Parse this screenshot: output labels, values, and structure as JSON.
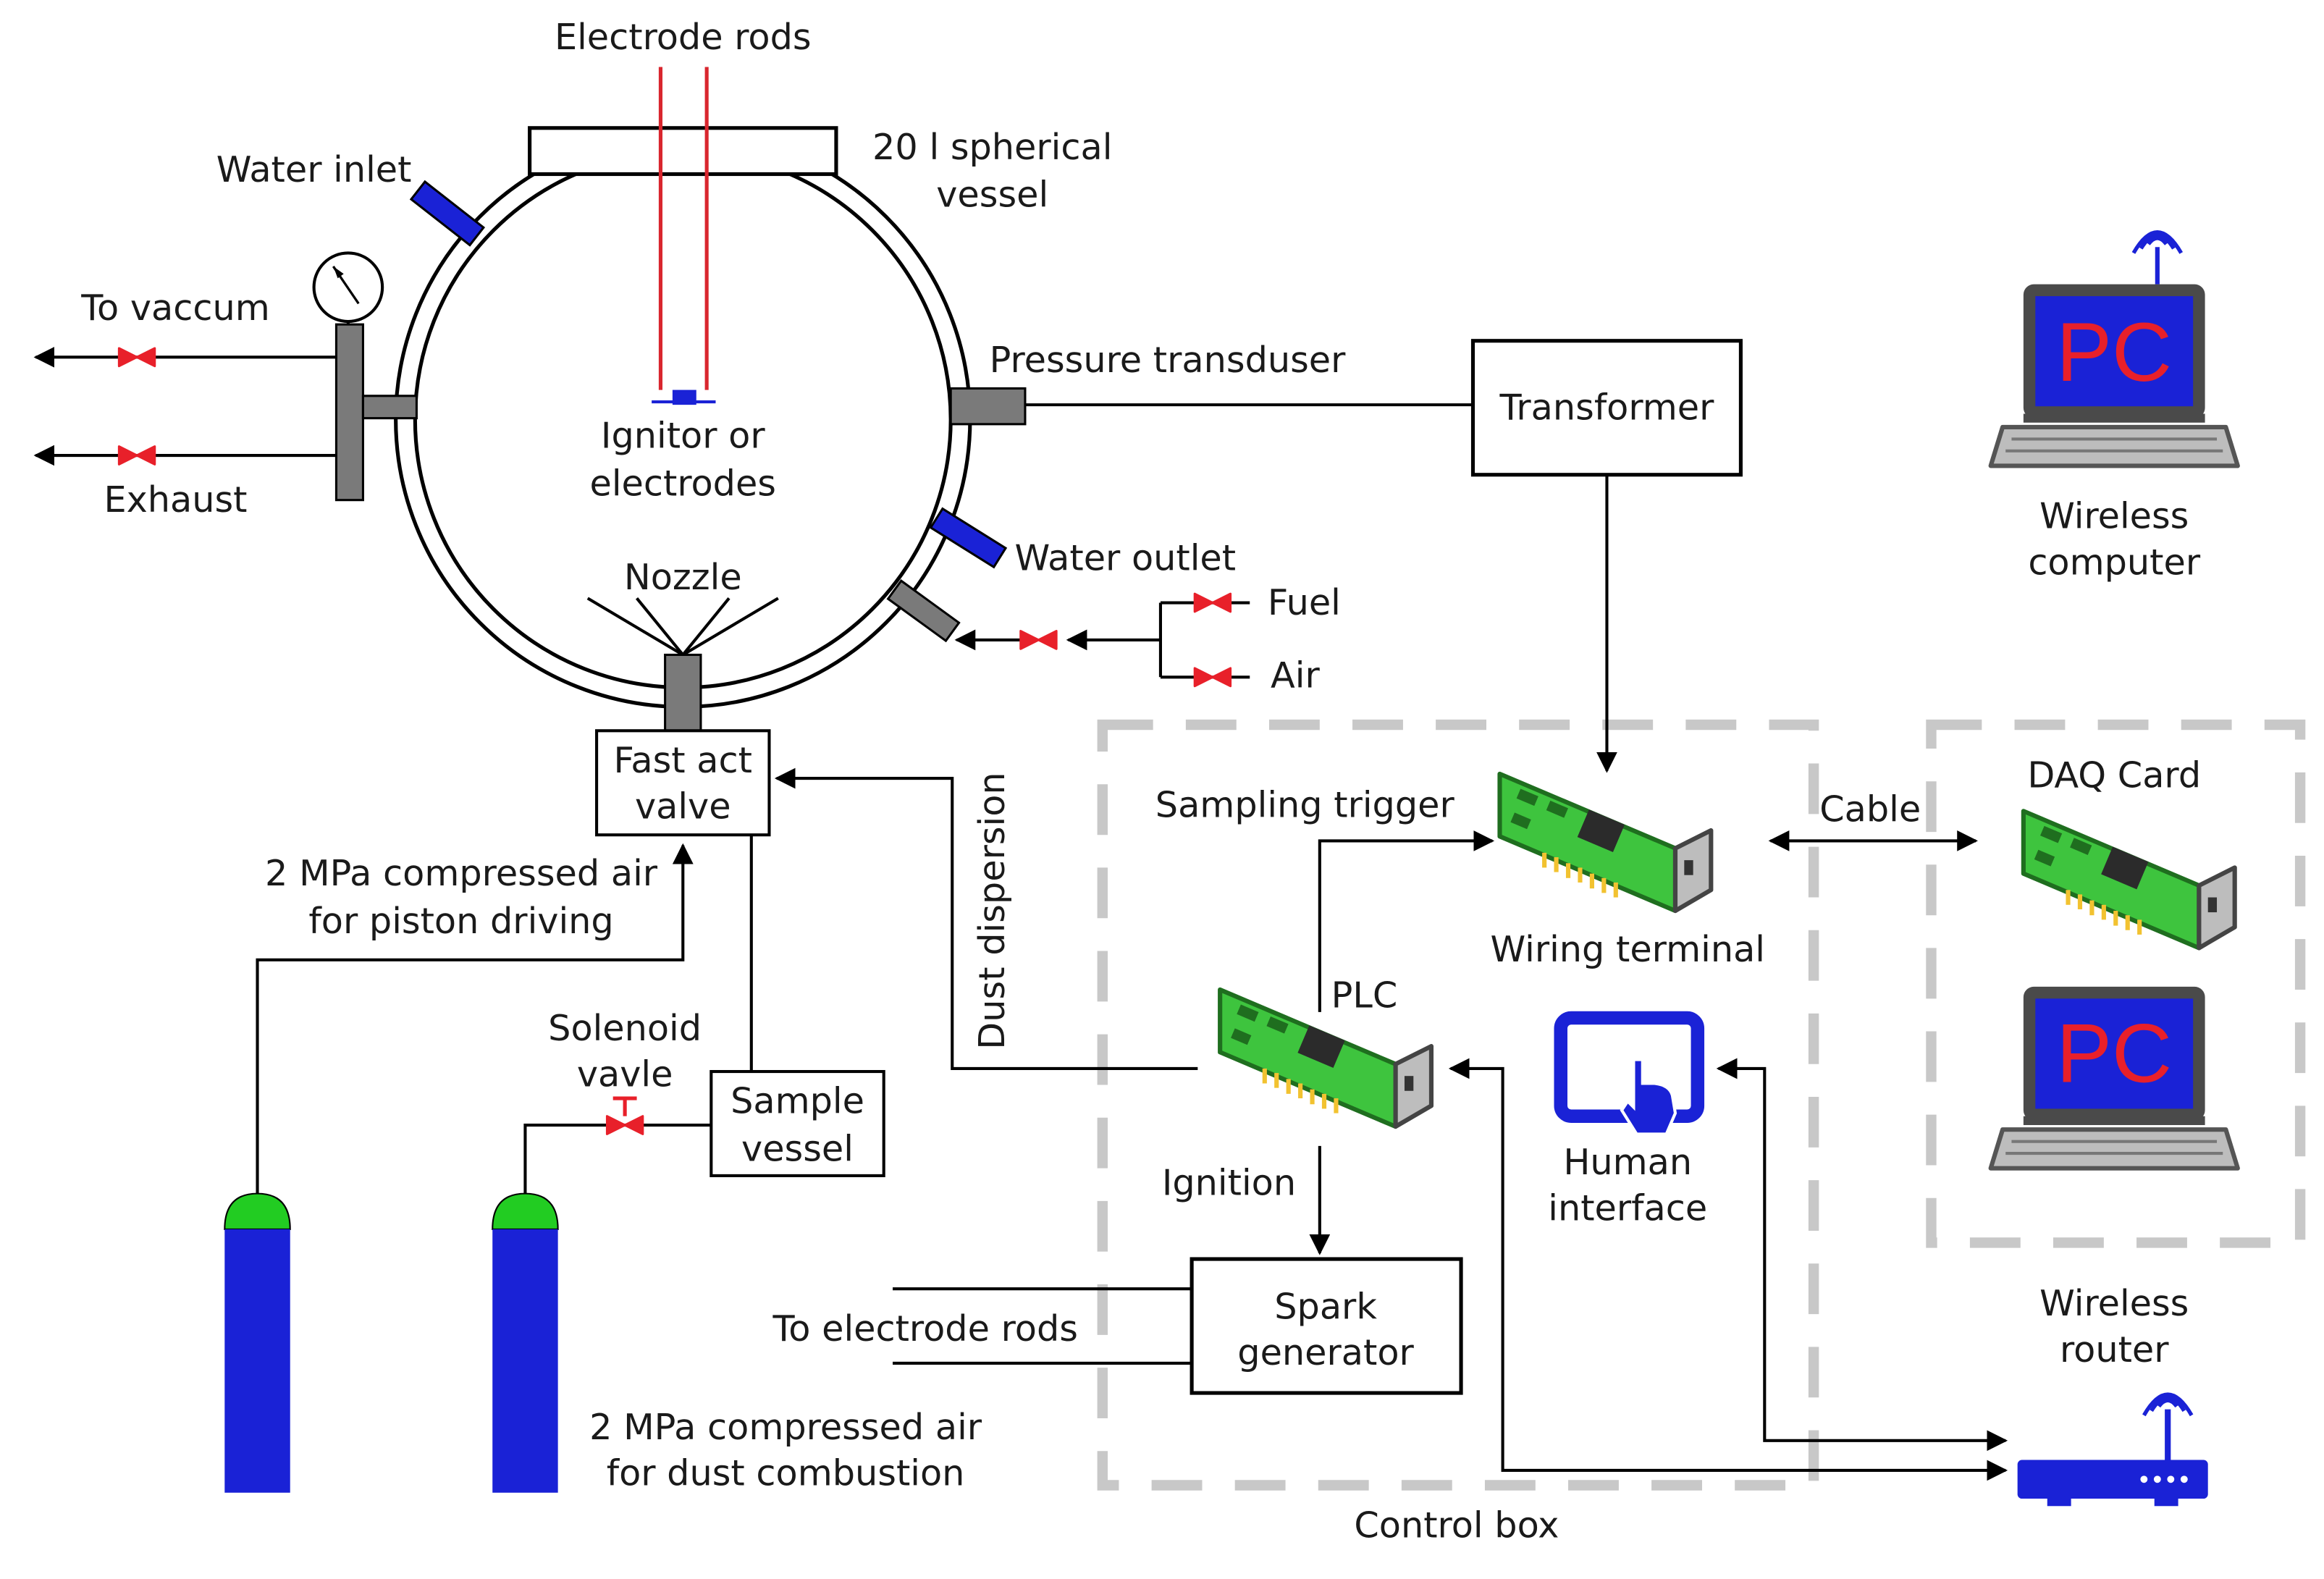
{
  "labels": {
    "electrode_rods": "Electrode rods",
    "vessel_line1": "20 l spherical",
    "vessel_line2": "vessel",
    "water_inlet": "Water inlet",
    "to_vaccum": "To vaccum",
    "exhaust": "Exhaust",
    "pressure_transducer": "Pressure transduser",
    "ignitor_line1": "Ignitor or",
    "ignitor_line2": "electrodes",
    "water_outlet": "Water outlet",
    "nozzle": "Nozzle",
    "fuel": "Fuel",
    "air": "Air",
    "transformer": "Transformer",
    "fast_valve_line1": "Fast act",
    "fast_valve_line2": "valve",
    "dust_dispersion": "Dust dispersion",
    "sampling_trigger": "Sampling trigger",
    "cable": "Cable",
    "daq_card": "DAQ Card",
    "wiring_terminal": "Wiring terminal",
    "plc": "PLC",
    "piston_air_line1": "2 MPa compressed air",
    "piston_air_line2": "for piston driving",
    "solenoid_line1": "Solenoid",
    "solenoid_line2": "vavle",
    "sample_vessel_line1": "Sample",
    "sample_vessel_line2": "vessel",
    "ignition": "Ignition",
    "human_interface_line1": "Human",
    "human_interface_line2": "interface",
    "spark_line1": "Spark",
    "spark_line2": "generator",
    "to_electrode_rods": "To electrode rods",
    "combustion_air_line1": "2 MPa compressed air",
    "combustion_air_line2": "for dust combustion",
    "wireless_router_line1": "Wireless",
    "wireless_router_line2": "router",
    "wireless_computer_line1": "Wireless",
    "wireless_computer_line2": "computer",
    "control_box": "Control box",
    "pc_screen": "PC"
  },
  "colors": {
    "valve_red": "#e8202a",
    "rod_red": "#d9262e",
    "port_blue": "#1a22d6",
    "port_gray": "#7a7a7a",
    "cylinder_blue": "#1a22d6",
    "cylinder_cap_green": "#22cc22",
    "pcb_green": "#3ec43e",
    "dash_gray": "#c8c8c8"
  },
  "icons": {
    "circuit_board": "circuit-board-icon",
    "laptop": "laptop-icon",
    "router": "wireless-router-icon",
    "touch": "touch-screen-icon",
    "gauge": "pressure-gauge-icon",
    "valve": "valve-icon"
  }
}
